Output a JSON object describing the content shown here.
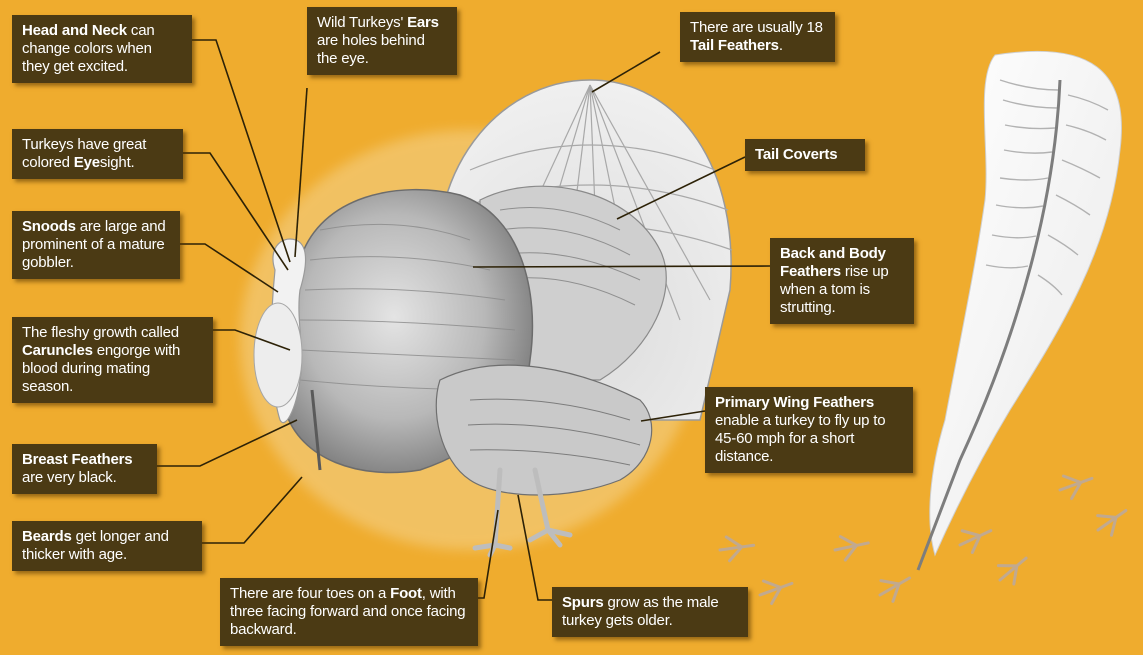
{
  "labels": {
    "head_neck": {
      "bold": "Head and Neck",
      "text": " can change colors when they get excited."
    },
    "eyesight": {
      "pre": "Turkeys have great colored ",
      "bold": "Eye",
      "post": "sight."
    },
    "snoods": {
      "bold": "Snoods",
      "text": " are large and prominent of a mature gobbler."
    },
    "caruncles": {
      "pre": "The fleshy growth called ",
      "bold": "Caruncles",
      "post": " engorge with blood during mating season."
    },
    "breast": {
      "bold": "Breast Feathers",
      "text": " are very black."
    },
    "beards": {
      "bold": "Beards",
      "text": " get longer and thicker with age."
    },
    "ears": {
      "pre": "Wild Turkeys' ",
      "bold": "Ears",
      "post": " are holes behind the eye."
    },
    "tail_feathers": {
      "pre": "There are usually 18 ",
      "bold": "Tail Feathers",
      "post": "."
    },
    "tail_coverts": {
      "bold": "Tail Coverts"
    },
    "back_body": {
      "bold": "Back and Body Feathers",
      "text": " rise up when a tom is strutting."
    },
    "wing": {
      "bold": "Primary Wing Feathers",
      "text": " enable a turkey to fly up to 45-60 mph for a short distance."
    },
    "foot": {
      "pre": "There are four toes on a ",
      "bold": "Foot",
      "post": ", with three facing forward and once facing backward."
    },
    "spurs": {
      "bold": "Spurs",
      "text": " grow as the male turkey gets older."
    }
  },
  "colors": {
    "background": "#efac2e",
    "label_box": "#4b3a14",
    "label_text": "#ffffff",
    "leader_line": "#2d2207",
    "track": "#b9a9a0"
  }
}
